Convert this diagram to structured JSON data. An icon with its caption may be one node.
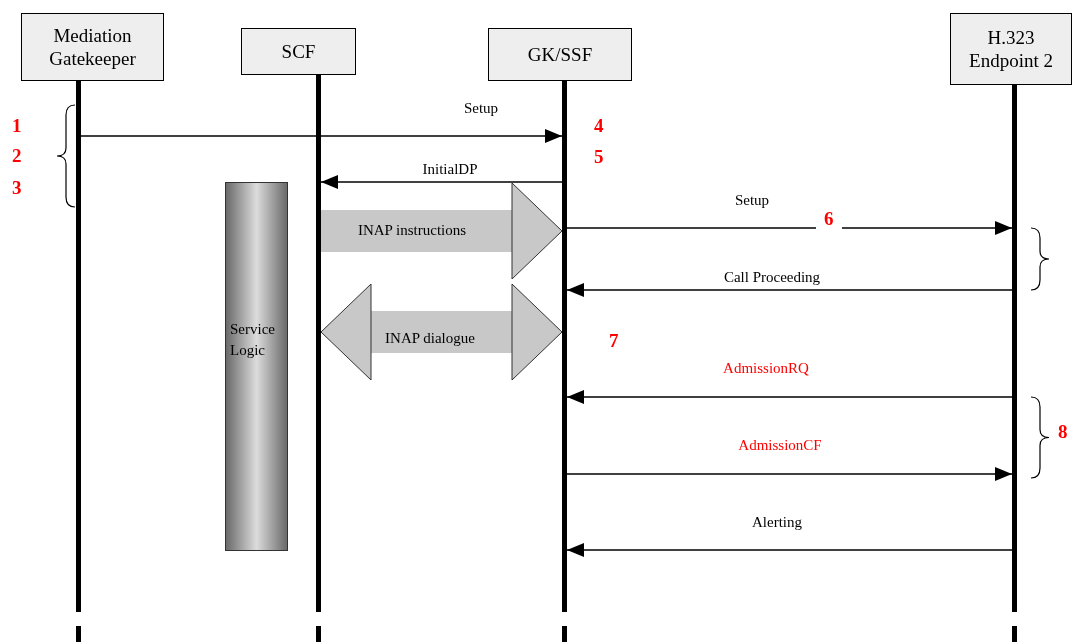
{
  "diagram": {
    "nodes": [
      {
        "text": [
          "Mediation Gatekeeper"
        ]
      },
      {
        "text": [
          "SCF"
        ]
      },
      {
        "text": [
          "GK/SSF"
        ]
      },
      {
        "text": [
          "H.323 Endpoint 2"
        ]
      },
      {
        "text": [],
        "shape": "bar"
      },
      {
        "text": [],
        "shape": "bar"
      },
      {
        "text": [],
        "shape": "bar"
      },
      {
        "text": [],
        "shape": "bar"
      },
      {
        "text": [
          "Service Logic"
        ]
      }
    ],
    "edges": [
      {
        "from": 4,
        "to": 6,
        "arrow": "to",
        "label": "Setup"
      },
      {
        "from": 6,
        "to": 5,
        "arrow": "to",
        "label": "InitialDP"
      },
      {
        "from": 5,
        "to": 6,
        "arrow": "to",
        "label": "INAP instructions",
        "style": "thick",
        "color": "#c8c8c8"
      },
      {
        "from": 6,
        "to": 7,
        "arrow": "to",
        "label": "Setup"
      },
      {
        "from": 7,
        "to": 6,
        "arrow": "to",
        "label": "Call Proceeding"
      },
      {
        "from": 5,
        "to": 6,
        "arrow": "both",
        "label": "INAP dialogue",
        "style": "thick",
        "color": "#c8c8c8"
      },
      {
        "from": 7,
        "to": 6,
        "arrow": "to",
        "label": "AdmissionRQ"
      },
      {
        "from": 6,
        "to": 7,
        "arrow": "to",
        "label": "AdmissionCF"
      },
      {
        "from": 7,
        "to": 6,
        "arrow": "to",
        "label": "Alerting"
      }
    ],
    "labels": [
      "1",
      "2",
      "3",
      "4",
      "5",
      "6",
      "7",
      "8"
    ]
  }
}
